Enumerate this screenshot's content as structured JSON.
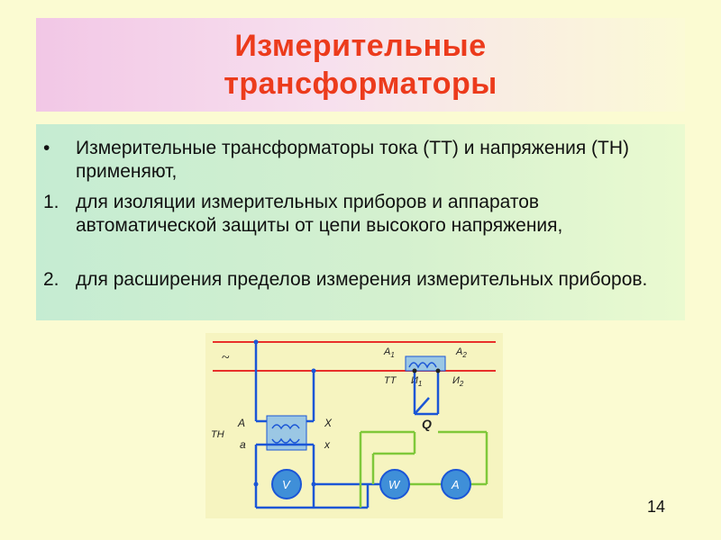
{
  "slide": {
    "title_line1": "Измерительные",
    "title_line2": "трансформаторы",
    "items": [
      {
        "marker": "•",
        "text": "Измерительные трансформаторы тока (ТТ) и напряжения (ТН) применяют,"
      },
      {
        "marker": "1.",
        "text": "для изоляции измерительных приборов и аппаратов автоматической защиты от цепи высокого напряжения,"
      },
      {
        "marker": "2.",
        "text": "для расширения пределов измерения измерительных приборов."
      }
    ],
    "page_number": "14"
  },
  "diagram": {
    "label_tilde": "~",
    "label_a1": "A",
    "label_a1_sub": "1",
    "label_a2": "A",
    "label_a2_sub": "2",
    "label_tt": "TT",
    "label_i1": "И",
    "label_i1_sub": "1",
    "label_i2": "И",
    "label_i2_sub": "2",
    "label_q": "Q",
    "label_th": "TH",
    "label_A": "A",
    "label_a": "a",
    "label_X": "X",
    "label_x": "x",
    "meter_v": "V",
    "meter_w": "W",
    "meter_a": "A",
    "colors": {
      "line": "#e8302a",
      "wire": "#1b56d6",
      "wire_green": "#7fc83a",
      "meter": "#3f8fd8"
    }
  }
}
